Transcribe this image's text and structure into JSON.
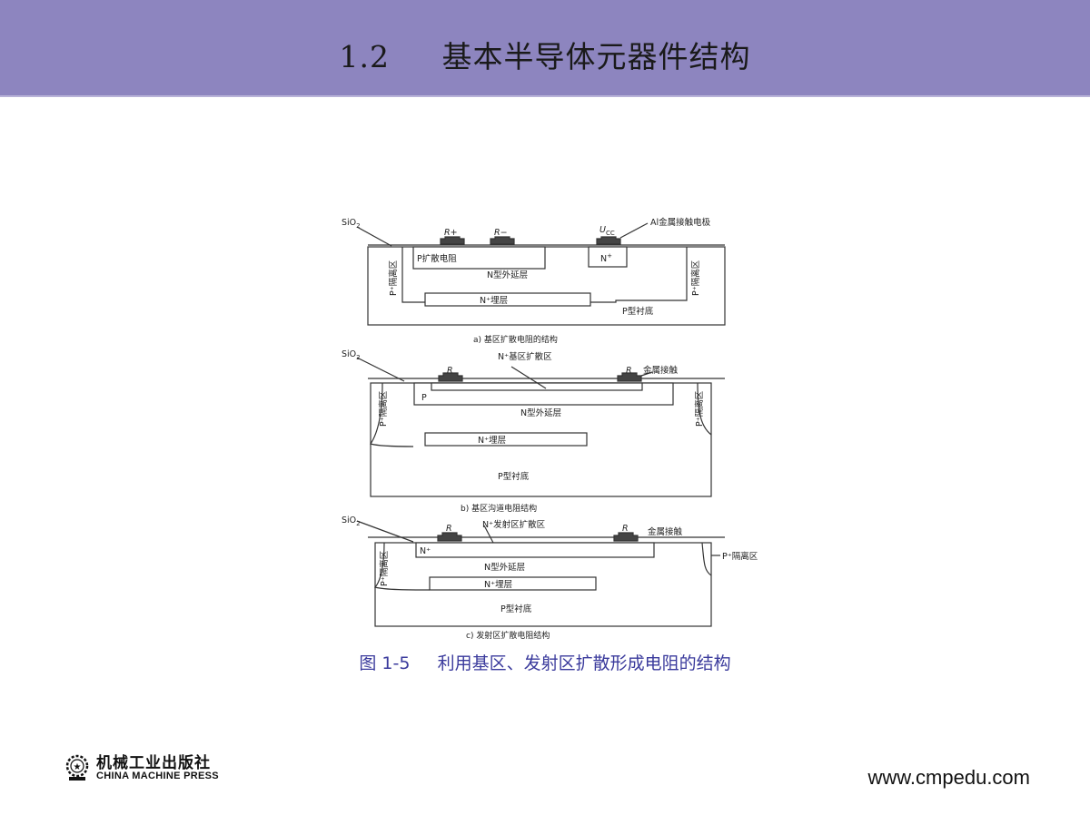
{
  "header": {
    "title": "1.2     基本半导体元器件结构"
  },
  "figure": {
    "a": {
      "sio2": "SiO",
      "sio2_sub": "2",
      "r_plus": "R+",
      "r_minus": "R−",
      "ucc": "U",
      "ucc_sub": "CC",
      "metal_contact": "Al金属接触电极",
      "p_resistor": "P扩散电阻",
      "n_plus": "N",
      "n_epi": "N型外延层",
      "buried": "N⁺埋层",
      "isolation_left": "P⁺隔离区",
      "isolation_right": "P⁺隔离区",
      "substrate": "P型衬底",
      "caption": "a) 基区扩散电阻的结构"
    },
    "b": {
      "sio2": "SiO",
      "sio2_sub": "2",
      "n_plus_base": "N⁺基区扩散区",
      "r_left": "R",
      "r_right": "R",
      "metal_contact": "金属接触",
      "p_region": "P",
      "n_epi": "N型外延层",
      "buried": "N⁺埋层",
      "isolation_left": "P⁺隔离区",
      "isolation_right": "P⁺隔离区",
      "substrate": "P型衬底",
      "caption": "b) 基区沟道电阻结构"
    },
    "c": {
      "sio2": "SiO",
      "sio2_sub": "2",
      "r_left": "R",
      "emitter": "N⁺发射区扩散区",
      "r_right": "R",
      "metal_contact": "金属接触",
      "n_plus": "N⁺",
      "isolation_left": "P⁺隔离区",
      "isolation_right": "P⁺隔离区",
      "n_epi": "N型外延层",
      "buried": "N⁺埋层",
      "substrate": "P型衬底",
      "caption": "c) 发射区扩散电阻结构"
    }
  },
  "caption": "图 1-5     利用基区、发射区扩散形成电阻的结构",
  "logo": {
    "cn": "机械工业出版社",
    "en": "CHINA MACHINE PRESS"
  },
  "website": "www.cmpedu.com"
}
